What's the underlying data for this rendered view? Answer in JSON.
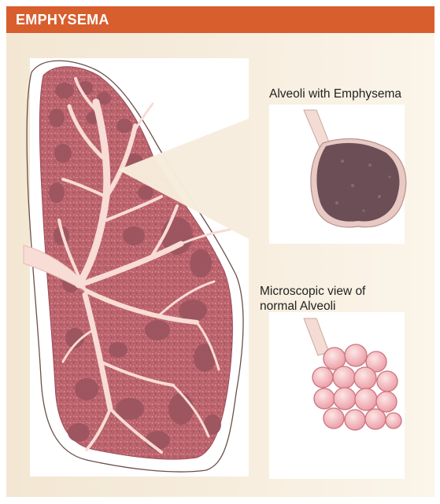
{
  "header": {
    "title": "EMPHYSEMA"
  },
  "labels": {
    "emphysema_alveoli": "Alveoli with Emphysema",
    "normal_alveoli_line1": "Microscopic view of",
    "normal_alveoli_line2": "normal Alveoli"
  },
  "colors": {
    "header_bar": "#d85e2e",
    "lung_tissue": "#b7606b",
    "airway": "#f8dcd6",
    "damaged_alveoli": "#6b4e56",
    "normal_alveoli": "#f3b9bd"
  }
}
